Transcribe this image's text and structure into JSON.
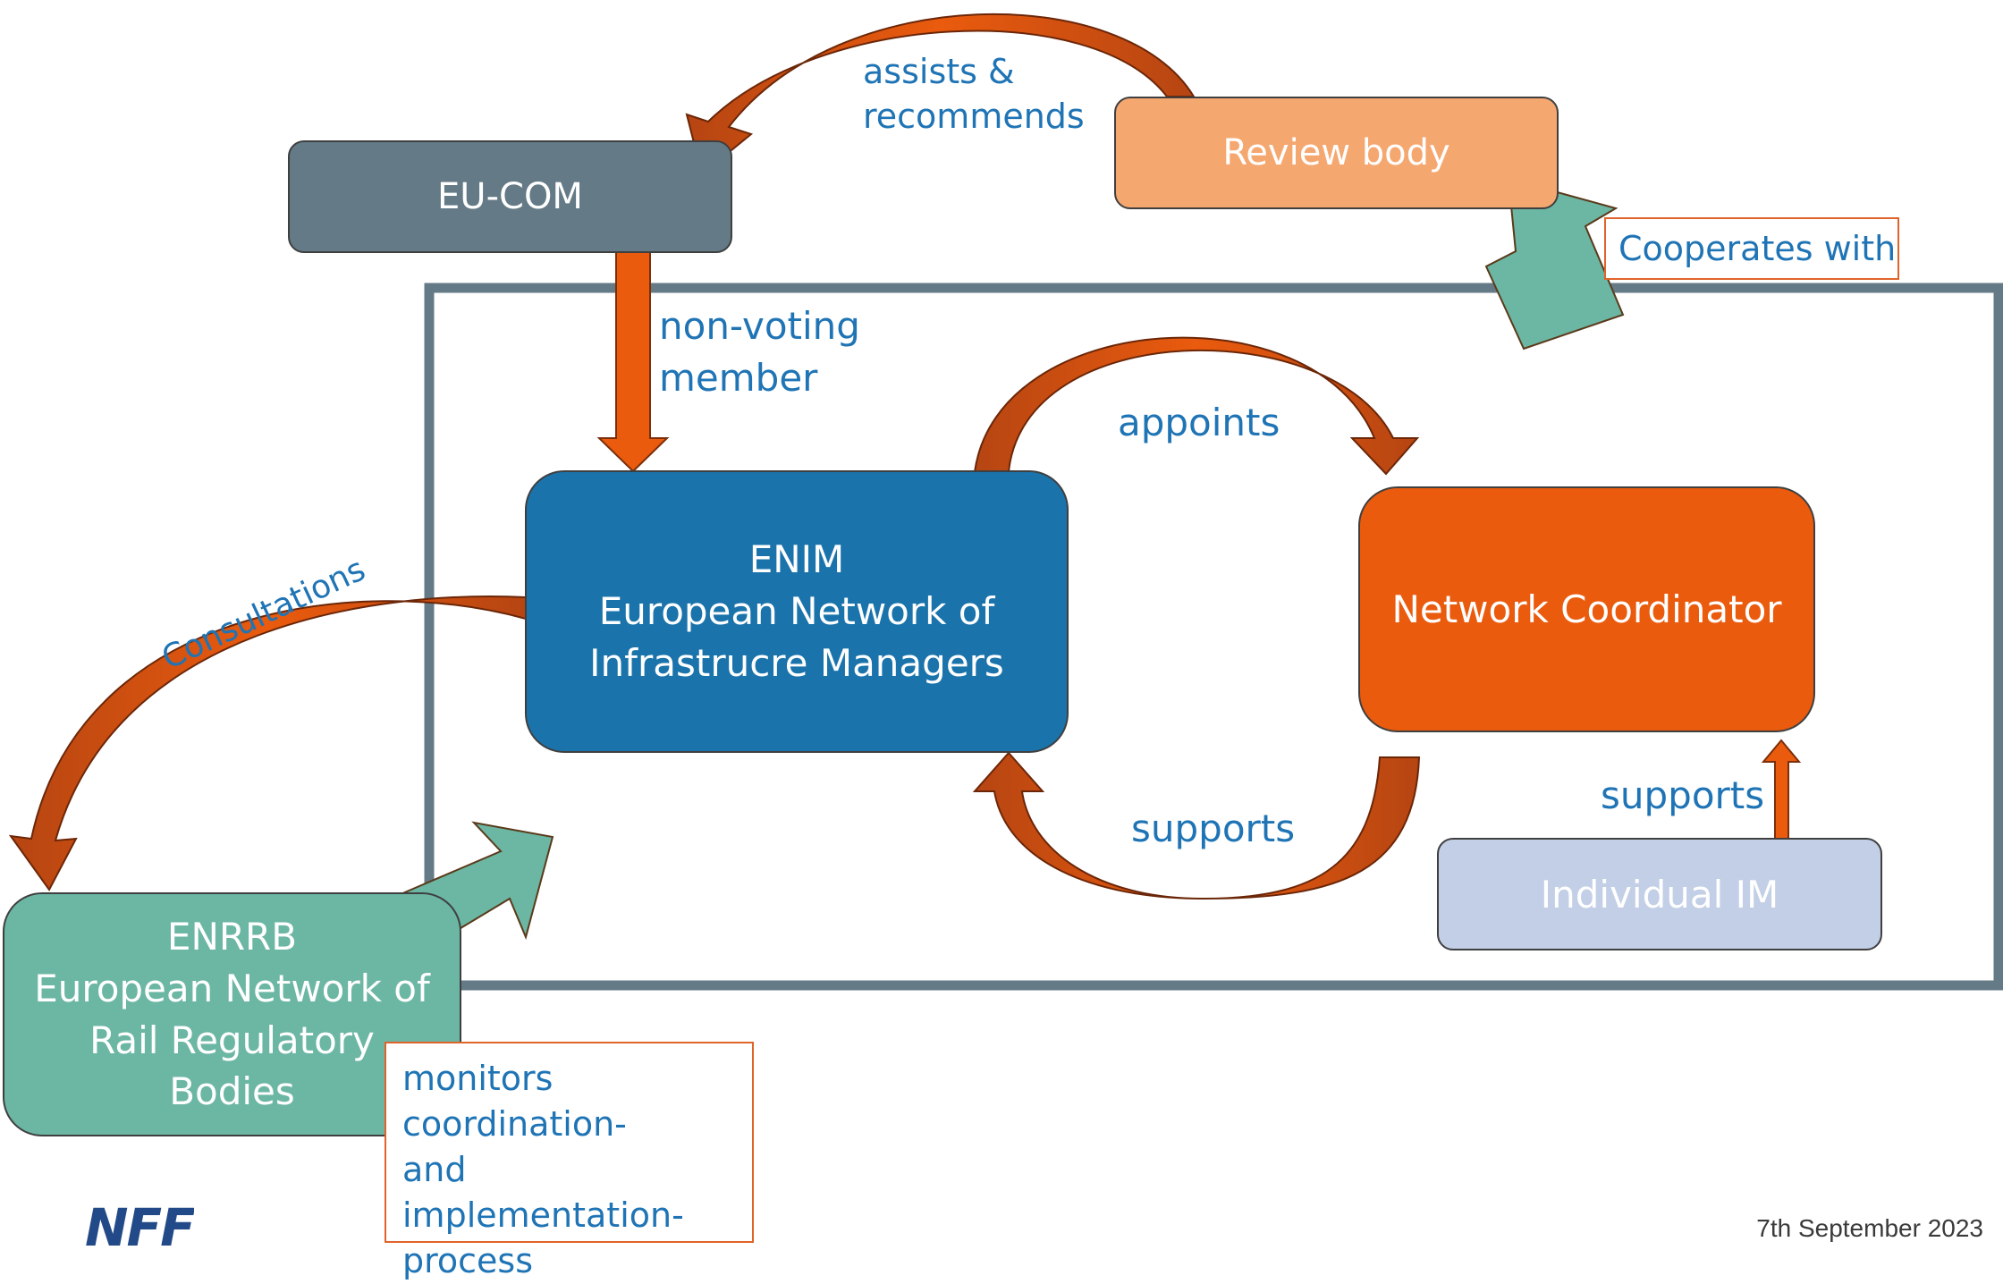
{
  "nodes": {
    "eu_com": {
      "label": "EU-COM"
    },
    "review_body": {
      "label": "Review body"
    },
    "enim": {
      "title": "ENIM",
      "line1": "European Network of",
      "line2": "Infrastrucre Managers"
    },
    "network_coordinator": {
      "label": "Network Coordinator"
    },
    "individual_im": {
      "label": "Individual IM"
    },
    "enrrb": {
      "title": "ENRRB",
      "line1": "European Network of",
      "line2": "Rail Regulatory",
      "line3": "Bodies"
    }
  },
  "edges": {
    "assists": {
      "line1": "assists &",
      "line2": "recommends"
    },
    "non_voting": {
      "line1": "non-voting",
      "line2": "member"
    },
    "appoints": "appoints",
    "supports_enim": "supports",
    "supports_nc": "supports",
    "consultations": "Consultations",
    "cooperates": "Cooperates with",
    "monitors": {
      "line1": "monitors",
      "line2": "coordination-",
      "line3": "and implementation-",
      "line4": "process"
    }
  },
  "footer": {
    "date": "7th September 2023",
    "logo_text": "NFF"
  },
  "colors": {
    "enim": "#1a73ab",
    "network_coordinator": "#ea5b0e",
    "eu_com": "#647a86",
    "review_body": "#f5a770",
    "individual_im": "#c2cfe6",
    "enrrb": "#6cb6a4",
    "label_text": "#1f74b5",
    "frame": "#647a86",
    "arrow_orange": "#ea5b0e"
  }
}
